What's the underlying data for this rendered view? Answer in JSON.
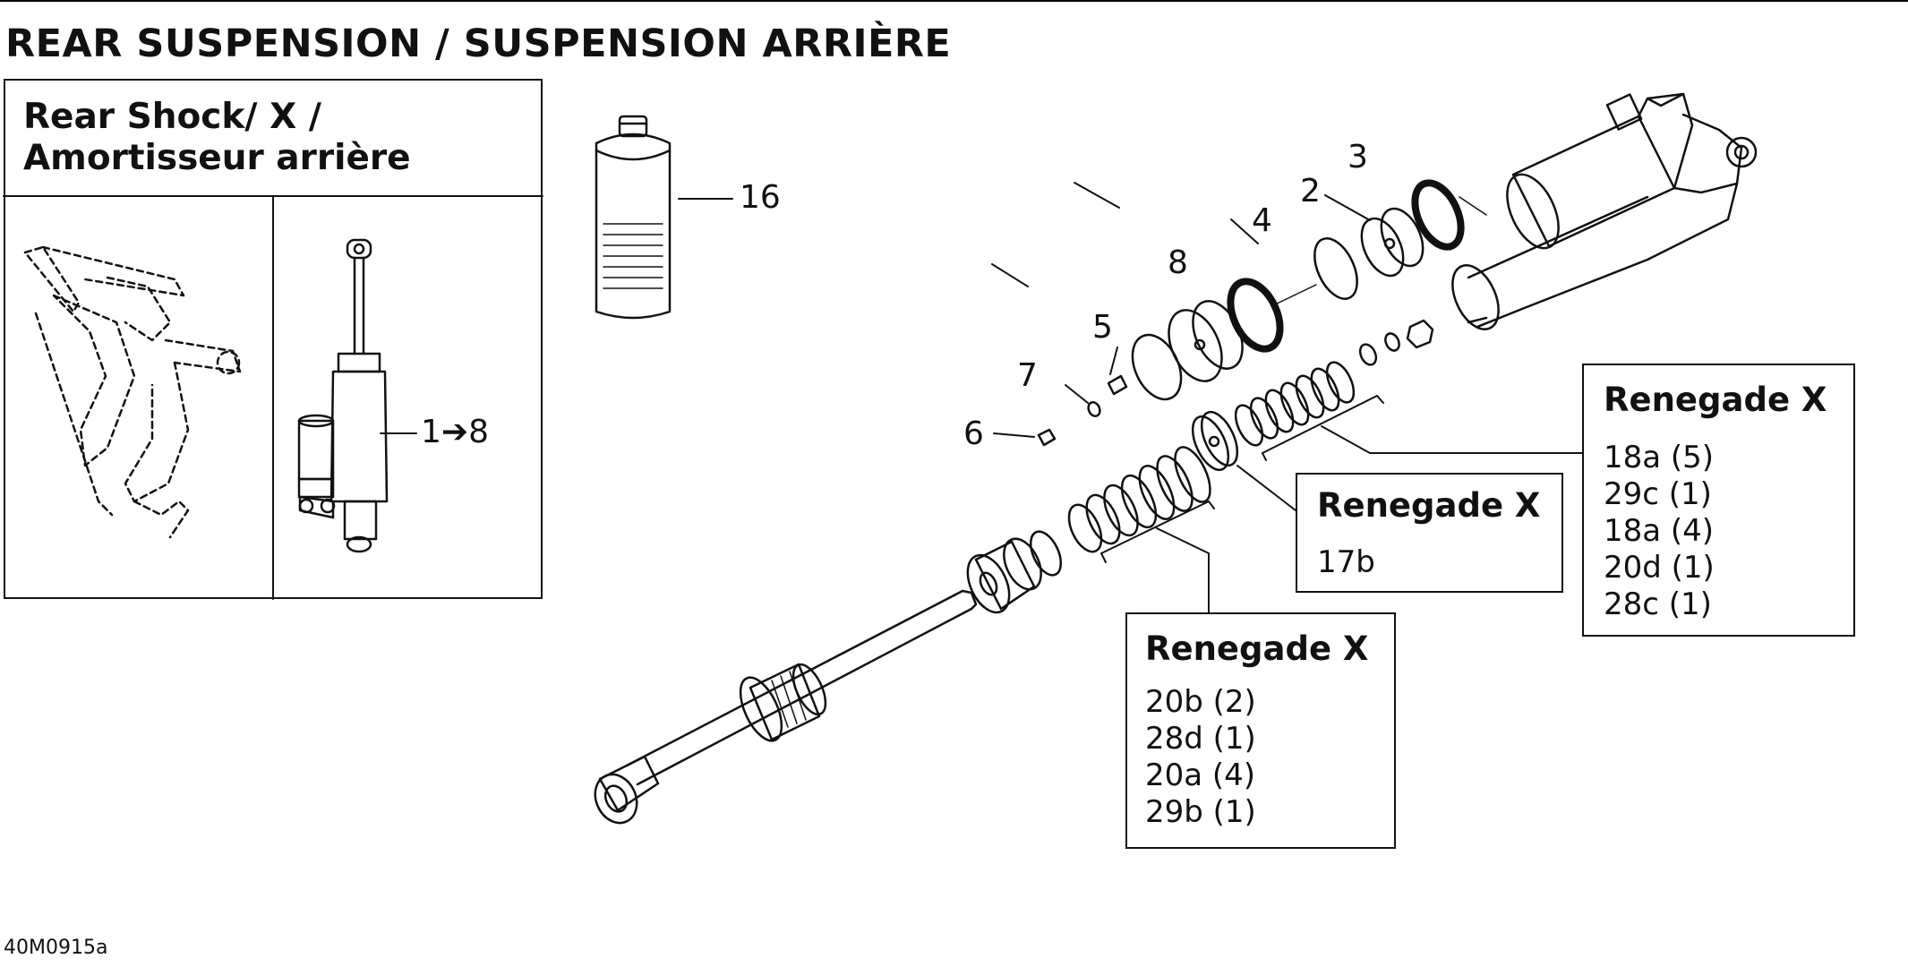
{
  "page": {
    "title": "REAR SUSPENSION / SUSPENSION ARRIÈRE",
    "figure_code": "40M0915a"
  },
  "reference_box": {
    "title_line1": "Rear Shock/ X /",
    "title_line2": "Amortisseur arrière"
  },
  "callouts": {
    "c1_8": "1➔8",
    "c2": "2",
    "c3": "3",
    "c4": "4",
    "c5": "5",
    "c6": "6",
    "c7": "7",
    "c8": "8",
    "c16": "16"
  },
  "kits": {
    "piston": {
      "model": "Renegade X",
      "parts": [
        "17b"
      ]
    },
    "rebound_shims": {
      "model": "Renegade X",
      "parts": [
        "18a (5)",
        "29c (1)",
        "18a (4)",
        "20d (1)",
        "28c (1)"
      ]
    },
    "compression_shims": {
      "model": "Renegade X",
      "parts": [
        "20b (2)",
        "28d (1)",
        "20a (4)",
        "29b (1)"
      ]
    }
  },
  "colors": {
    "line": "#111111",
    "background": "#ffffff"
  }
}
